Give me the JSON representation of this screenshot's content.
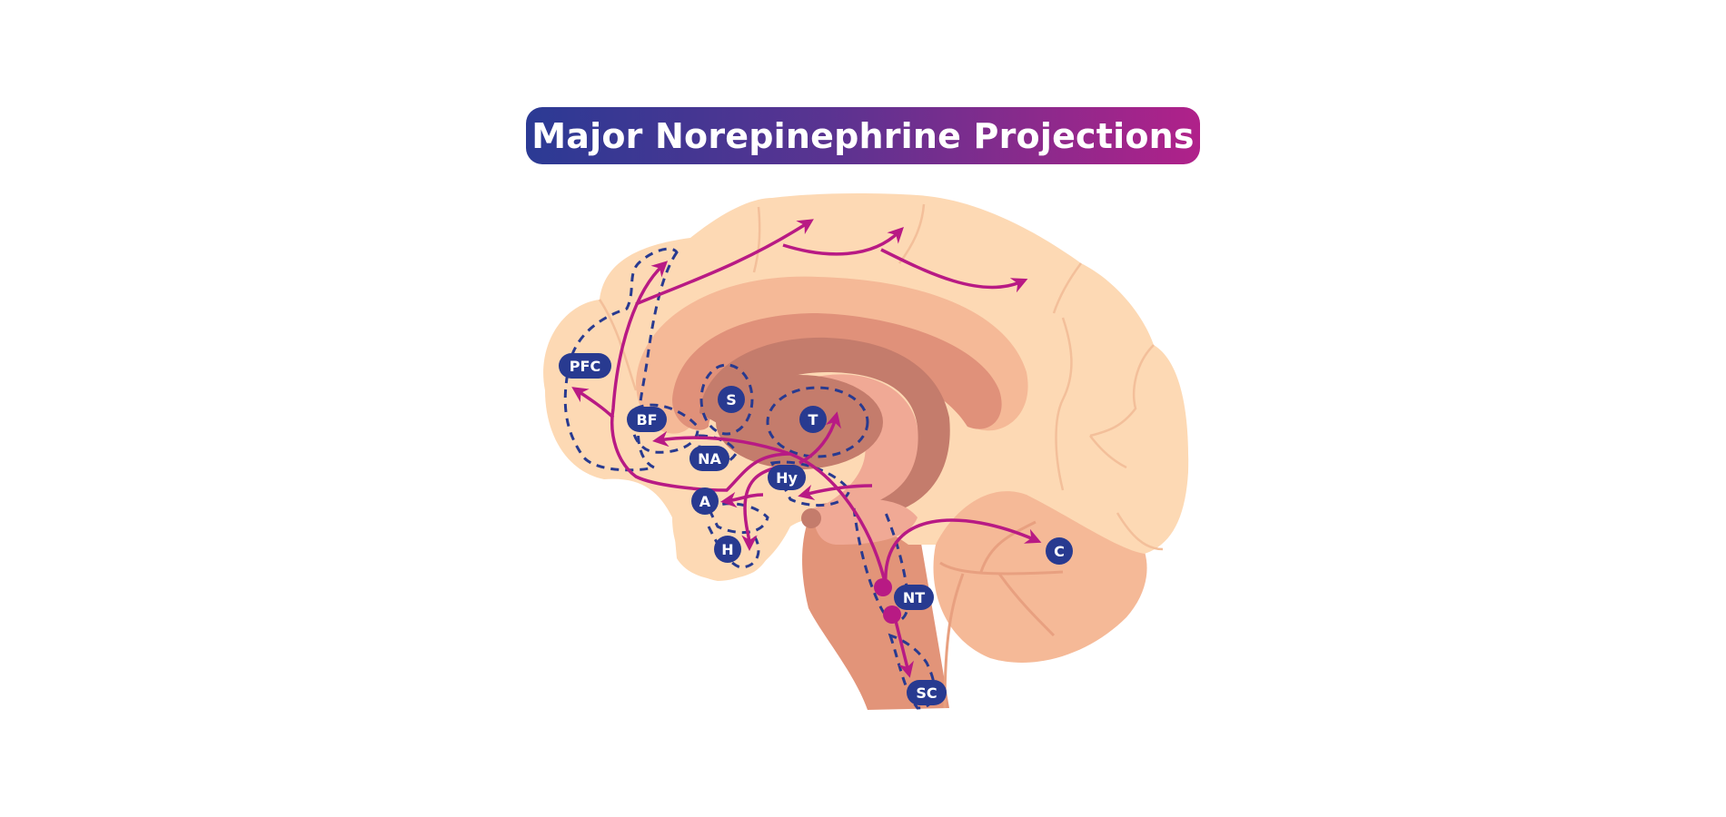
{
  "title": "Major Norepinephrine Projections",
  "colors": {
    "title_gradient_start": "#2b3a94",
    "title_gradient_end": "#b0218a",
    "badge_fill": "#283a90",
    "projection_arrow": "#b81a84",
    "dashed_outline": "#283a90",
    "brain_outer": "#fdd9b4",
    "brain_mid": "#f5b997",
    "brain_inner": "#e0917a",
    "brain_core": "#c47c6c",
    "brainstem": "#e29479",
    "cerebellum": "#f5b997"
  },
  "regions": [
    {
      "id": "PFC",
      "label": "PFC",
      "meaning": "prefrontal cortex"
    },
    {
      "id": "BF",
      "label": "BF"
    },
    {
      "id": "S",
      "label": "S"
    },
    {
      "id": "T",
      "label": "T"
    },
    {
      "id": "NA",
      "label": "NA"
    },
    {
      "id": "Hy",
      "label": "Hy"
    },
    {
      "id": "A",
      "label": "A"
    },
    {
      "id": "H",
      "label": "H"
    },
    {
      "id": "C",
      "label": "C"
    },
    {
      "id": "NT",
      "label": "NT"
    },
    {
      "id": "SC",
      "label": "SC"
    }
  ],
  "source_nucleus": "NT",
  "projections": [
    {
      "from": "NT",
      "to": "cortex (frontal/parietal)"
    },
    {
      "from": "NT",
      "to": "PFC"
    },
    {
      "from": "NT",
      "to": "BF"
    },
    {
      "from": "NT",
      "to": "T"
    },
    {
      "from": "NT",
      "to": "Hy"
    },
    {
      "from": "NT",
      "to": "A"
    },
    {
      "from": "NT",
      "to": "H"
    },
    {
      "from": "NT",
      "to": "C"
    },
    {
      "from": "NT",
      "to": "SC"
    }
  ]
}
